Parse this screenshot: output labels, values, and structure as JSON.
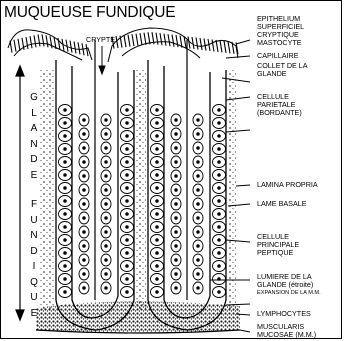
{
  "title": "MUQUEUSE FUNDIQUE",
  "crypte": "CRYPTE",
  "glande_letters": [
    "G",
    "L",
    "A",
    "N",
    "D",
    "E",
    "F",
    "U",
    "N",
    "D",
    "I",
    "Q",
    "U",
    "E"
  ],
  "labels": {
    "epithelium": "EPITHELIUM",
    "superficiel": "SUPERFICIEL",
    "cryptique": "CRYPTIQUE",
    "mastocyte": "MASTOCYTE",
    "capillaire": "CAPILLAIRE",
    "collet1": "COLLET DE LA",
    "collet2": "GLANDE",
    "cellule1": "CELLULE",
    "parietale": "PARIETALE",
    "bordante": "(BORDANTE)",
    "lamina": "LAMINA PROPRIA",
    "lame": "LAME BASALE",
    "cellule2": "CELLULE",
    "principale": "PRINCIPALE",
    "peptique": "PEPTIQUE",
    "lumiere1": "LUMIERE DE LA",
    "lumiere2": "GLANDE (étroite)",
    "expansion": "EXPANSION DE LA M.M.",
    "lymphocytes": "LYMPHOCYTES",
    "muscularis1": "MUSCULARIS",
    "muscularis2": "MUCOSAE (M.M.)"
  }
}
